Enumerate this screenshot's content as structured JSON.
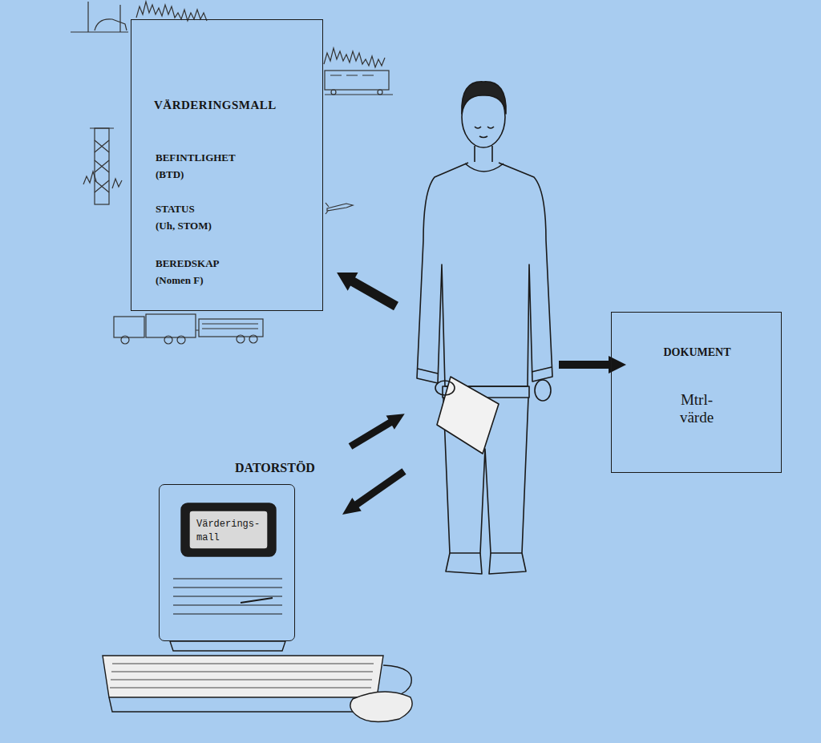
{
  "diagram": {
    "nodes": [
      {
        "text": [
          "VÄRDERINGSMALL",
          "BEFINTLIGHET (BTD)",
          "STATUS (Uh, STOM)",
          "BEREDSKAP (Nomen F)"
        ]
      },
      {
        "text": [
          "DOKUMENT",
          "Mtrl- värde"
        ]
      },
      {
        "text": [
          "DATORSTÖD",
          "Värderings- mall"
        ]
      }
    ]
  }
}
